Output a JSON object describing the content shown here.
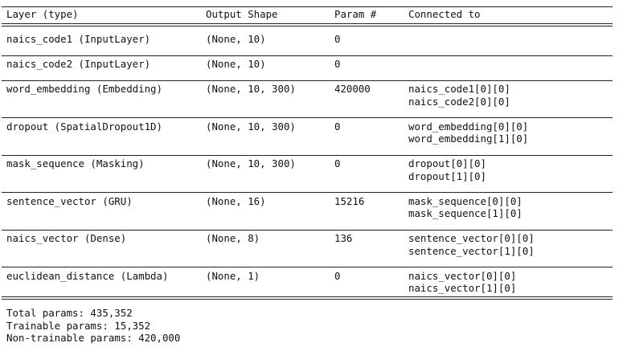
{
  "header": {
    "layer": "Layer (type)",
    "output": "Output Shape",
    "params": "Param #",
    "connected": "Connected to"
  },
  "rows": [
    {
      "layer": "naics_code1 (InputLayer)",
      "output": "(None, 10)",
      "params": "0",
      "connected": [
        "",
        ""
      ]
    },
    {
      "layer": "naics_code2 (InputLayer)",
      "output": "(None, 10)",
      "params": "0",
      "connected": [
        "",
        ""
      ]
    },
    {
      "layer": "word_embedding (Embedding)",
      "output": "(None, 10, 300)",
      "params": "420000",
      "connected": [
        "naics_code1[0][0]",
        "naics_code2[0][0]"
      ]
    },
    {
      "layer": "dropout (SpatialDropout1D)",
      "output": "(None, 10, 300)",
      "params": "0",
      "connected": [
        "word_embedding[0][0]",
        "word_embedding[1][0]"
      ]
    },
    {
      "layer": "mask_sequence (Masking)",
      "output": "(None, 10, 300)",
      "params": "0",
      "connected": [
        "dropout[0][0]",
        "dropout[1][0]"
      ]
    },
    {
      "layer": "sentence_vector (GRU)",
      "output": "(None, 16)",
      "params": "15216",
      "connected": [
        "mask_sequence[0][0]",
        "mask_sequence[1][0]"
      ]
    },
    {
      "layer": "naics_vector (Dense)",
      "output": "(None, 8)",
      "params": "136",
      "connected": [
        "sentence_vector[0][0]",
        "sentence_vector[1][0]"
      ]
    },
    {
      "layer": "euclidean_distance (Lambda)",
      "output": "(None, 1)",
      "params": "0",
      "connected": [
        "naics_vector[0][0]",
        "naics_vector[1][0]"
      ]
    }
  ],
  "totals": {
    "total": "Total params: 435,352",
    "trainable": "Trainable params: 15,352",
    "non_trainable": "Non-trainable params: 420,000"
  }
}
